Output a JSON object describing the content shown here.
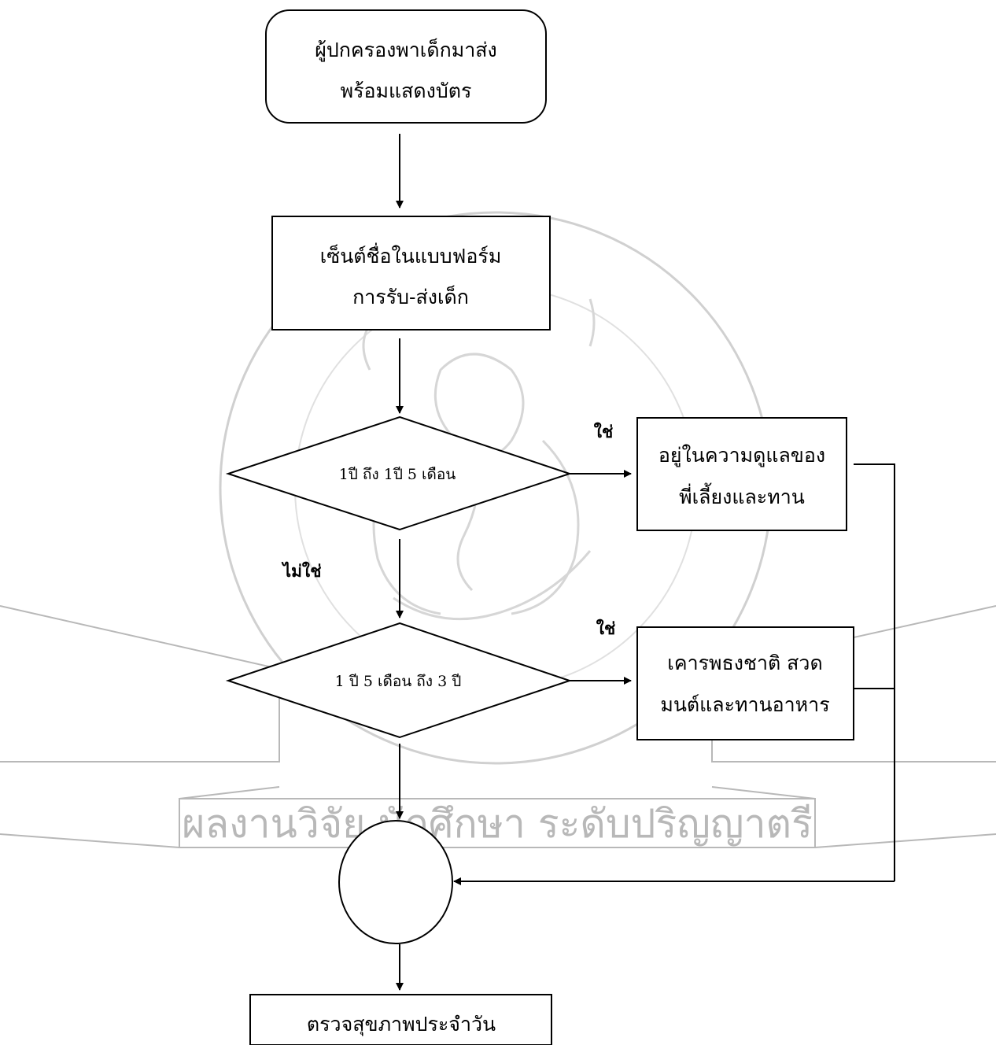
{
  "nodes": {
    "start": {
      "line1": "ผู้ปกครองพาเด็กมาส่ง",
      "line2": "พร้อมแสดงบัตร"
    },
    "signin": {
      "line1": "เซ็นต์ชื่อในแบบฟอร์ม",
      "line2": "การรับ-ส่งเด็ก"
    },
    "decision1": {
      "text": "1ปี ถึง 1ปี 5 เดือน"
    },
    "care": {
      "line1": "อยู่ในความดูแลของ",
      "line2": "พี่เลี้ยงและทาน"
    },
    "decision2": {
      "text": "1 ปี 5 เดือน ถึง 3 ปี"
    },
    "pray": {
      "line1": "เคารพธงชาติ สวด",
      "line2": "มนต์และทานอาหาร"
    },
    "health": {
      "text": "ตรวจสุขภาพประจำวัน"
    }
  },
  "labels": {
    "yes1": "ใช่",
    "no1": "ไม่ใช่",
    "yes2": "ใช่"
  },
  "watermark": {
    "banner_text": "ผลงานวิจัย นักศึกษา ระดับปริญญาตรี",
    "color": "#b8b8b8"
  }
}
